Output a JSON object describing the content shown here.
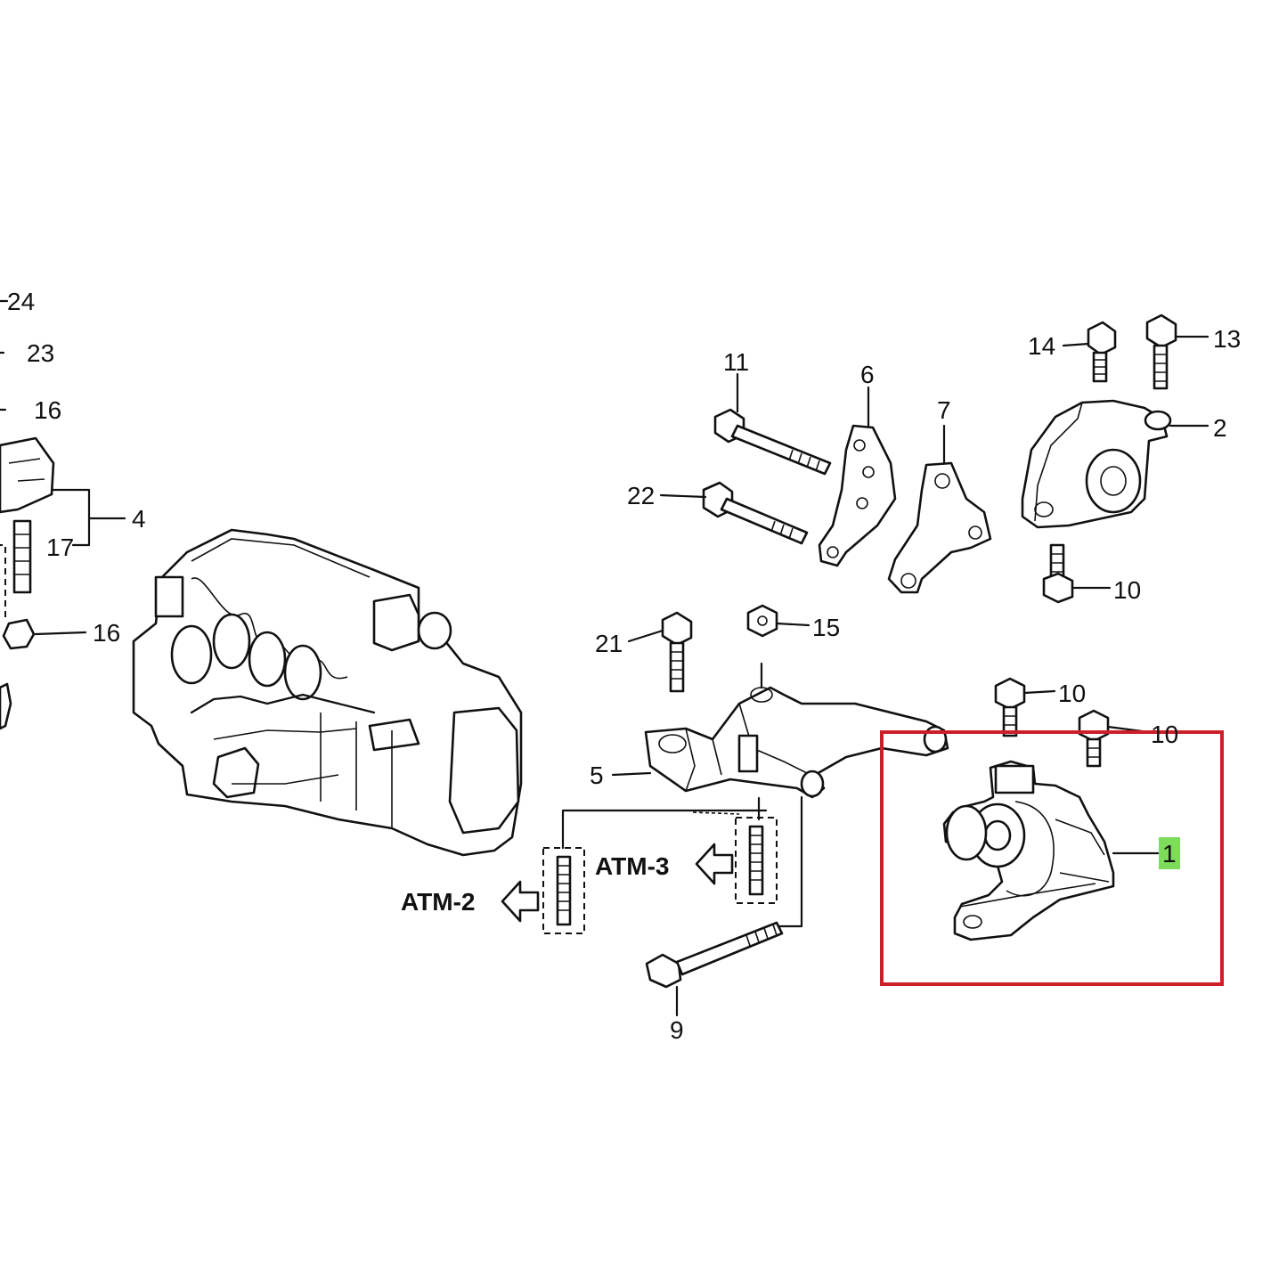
{
  "callouts": {
    "c24": "24",
    "c23": "23",
    "c16a": "16",
    "c4": "4",
    "c17": "17",
    "c16b": "16",
    "c11": "11",
    "c6": "6",
    "c7": "7",
    "c14": "14",
    "c13": "13",
    "c2": "2",
    "c22": "22",
    "c10a": "10",
    "c21": "21",
    "c15": "15",
    "c10b": "10",
    "c10c": "10",
    "c5": "5",
    "c1": "1",
    "c9": "9"
  },
  "references": {
    "atm3": "ATM-3",
    "atm2": "ATM-2"
  },
  "colors": {
    "line": "#111111",
    "highlight_box": "#cc1f2a",
    "label_highlight": "#7ddc5a",
    "background": "#ffffff"
  }
}
